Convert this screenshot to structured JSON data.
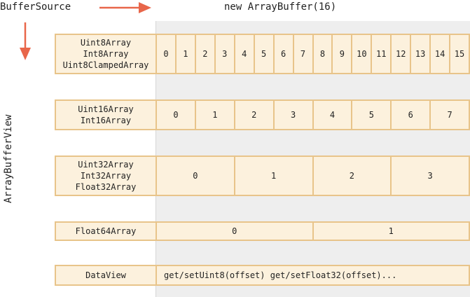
{
  "labels": {
    "buffer_source": "BufferSource",
    "array_buffer": "new ArrayBuffer(16)",
    "array_buffer_view": "ArrayBufferView"
  },
  "rows": [
    {
      "name": [
        "Uint8Array",
        "Int8Array",
        "Uint8ClampedArray"
      ],
      "cells": [
        "0",
        "1",
        "2",
        "3",
        "4",
        "5",
        "6",
        "7",
        "8",
        "9",
        "10",
        "11",
        "12",
        "13",
        "14",
        "15"
      ]
    },
    {
      "name": [
        "Uint16Array",
        "Int16Array"
      ],
      "cells": [
        "0",
        "1",
        "2",
        "3",
        "4",
        "5",
        "6",
        "7"
      ]
    },
    {
      "name": [
        "Uint32Array",
        "Int32Array",
        "Float32Array"
      ],
      "cells": [
        "0",
        "1",
        "2",
        "3"
      ]
    },
    {
      "name": [
        "Float64Array"
      ],
      "cells": [
        "0",
        "1"
      ]
    },
    {
      "name": [
        "DataView"
      ],
      "cells": [
        "get/setUint8(offset) get/setFloat32(offset)..."
      ]
    }
  ],
  "colors": {
    "arrow": "#e8664a",
    "cell_fill": "#fcf1dd",
    "cell_border": "#e8c48a",
    "buffer_bg": "#eeeeee"
  }
}
